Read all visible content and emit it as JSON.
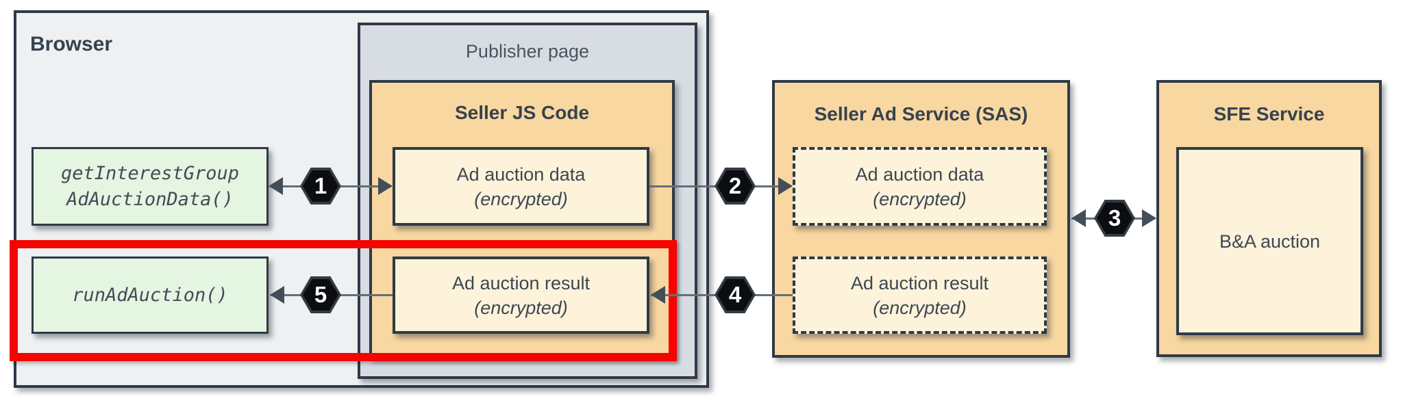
{
  "diagram": {
    "browser": {
      "title": "Browser"
    },
    "publisher_page": {
      "title": "Publisher page"
    },
    "browser_apis": {
      "get_interest_group": {
        "line1": "getInterestGroup",
        "line2": "AdAuctionData()"
      },
      "run_ad_auction": {
        "line1": "runAdAuction()"
      }
    },
    "seller_js": {
      "title": "Seller JS Code",
      "ad_auction_data": {
        "line1": "Ad auction data",
        "line2": "(encrypted)"
      },
      "ad_auction_result": {
        "line1": "Ad auction result",
        "line2": "(encrypted)"
      }
    },
    "sas": {
      "title": "Seller Ad Service (SAS)",
      "ad_auction_data": {
        "line1": "Ad auction data",
        "line2": "(encrypted)"
      },
      "ad_auction_result": {
        "line1": "Ad auction result",
        "line2": "(encrypted)"
      }
    },
    "sfe": {
      "title": "SFE Service",
      "ba_auction": "B&A auction"
    },
    "steps": {
      "s1": "1",
      "s2": "2",
      "s3": "3",
      "s4": "4",
      "s5": "5"
    },
    "colors": {
      "highlight_red": "#f50400",
      "container_orange": "#f8d7a0",
      "panel_cream": "#fdf3da",
      "api_green": "#e4f5e1",
      "browser_gray": "#eef0f2",
      "publisher_gray": "#d8dde3",
      "border_dark": "#2e3a46",
      "badge_black": "#0b0d10",
      "connector_gray": "#646e79"
    }
  }
}
